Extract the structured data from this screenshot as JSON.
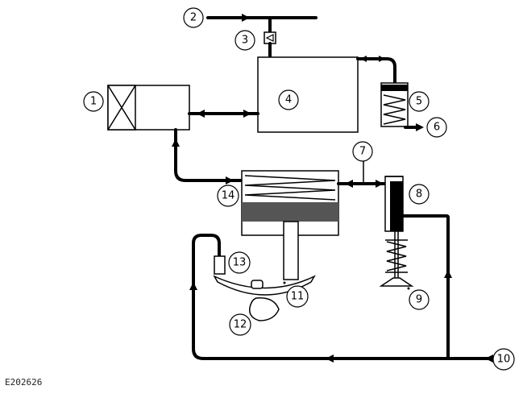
{
  "figure_id": "E202626",
  "callouts": {
    "c1": "1",
    "c2": "2",
    "c3": "3",
    "c4": "4",
    "c5": "5",
    "c6": "6",
    "c7": "7",
    "c8": "8",
    "c9": "9",
    "c10": "10",
    "c11": "11",
    "c12": "12",
    "c13": "13",
    "c14": "14"
  },
  "colors": {
    "line": "#000000",
    "fill_dark": "#555555",
    "background": "#ffffff"
  }
}
